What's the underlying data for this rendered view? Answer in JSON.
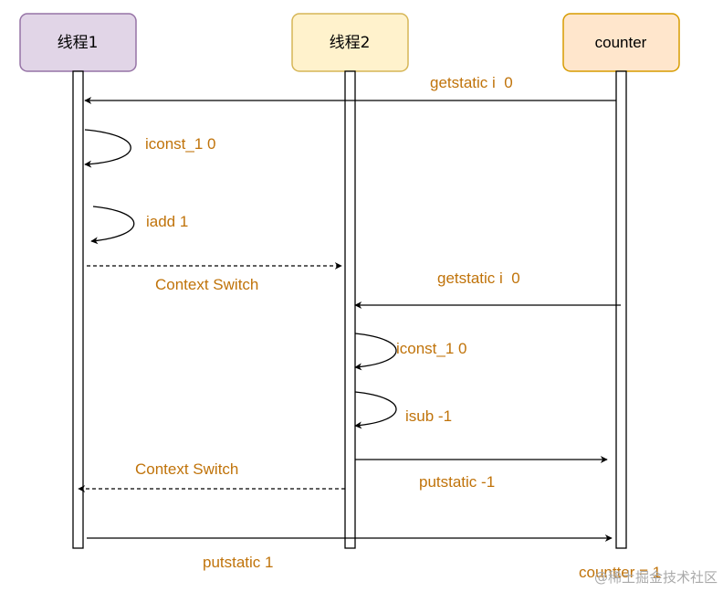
{
  "participants": {
    "thread1": {
      "label": "线程1",
      "fill": "#e1d5e7",
      "stroke": "#9673a6"
    },
    "thread2": {
      "label": "线程2",
      "fill": "#fff2cc",
      "stroke": "#d6b656"
    },
    "counter": {
      "label": "counter",
      "fill": "#ffe6cc",
      "stroke": "#d79b00"
    }
  },
  "messages": {
    "getstatic_1": "getstatic i  0",
    "iconst_1": "iconst_1 0",
    "iadd": "iadd 1",
    "context_switch_1": "Context Switch",
    "getstatic_2": "getstatic i  0",
    "iconst_2": "iconst_1 0",
    "isub": "isub -1",
    "context_switch_2": "Context Switch",
    "putstatic_neg": "putstatic -1",
    "putstatic_pos": "putstatic 1",
    "final_value": "countter = 1"
  },
  "watermark": "@稀土掘金技术社区",
  "colors": {
    "label_text": "#c0730a",
    "line": "#000000",
    "participant_text": "#000000",
    "watermark": "#aaaaaa"
  }
}
